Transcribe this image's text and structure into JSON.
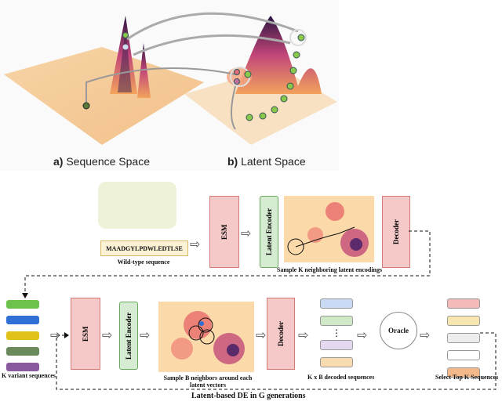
{
  "top": {
    "label_a_prefix": "a)",
    "label_a": "Sequence Space",
    "label_b_prefix": "b)",
    "label_b": "Latent Space"
  },
  "pipeline": {
    "wild_type_sequence": "MAADGYLPDWLEDTLSE",
    "wild_type_label": "Wild-type sequence",
    "esm_label": "ESM",
    "latent_encoder_label": "Latent Encoder",
    "sample_k_label": "Sample K neighboring latent encodings",
    "decoder_label": "Decoder",
    "k_variant_label": "K variant sequences",
    "sample_b_label": "Sample B neighbors around each latent vectors",
    "kxb_label": "K x B decoded sequences",
    "oracle_label": "Oracle",
    "select_top_label": "Select Top K Sequences",
    "loop_label": "Latent-based DE in G generations",
    "ellipsis": "⋮"
  },
  "colors": {
    "variant_bars": [
      "#6cc24a",
      "#2f6fd6",
      "#e0c21a",
      "#6b8a5c",
      "#8a5a9e"
    ],
    "decoded_bars": [
      "#c9daf5",
      "#cfe8c6",
      "#e4d8f0",
      "#f8dcb0"
    ],
    "top_bars": [
      "#f4b9b9",
      "#f8e6b0",
      "#ededed",
      "#ffffff",
      "#f4b98a"
    ]
  }
}
